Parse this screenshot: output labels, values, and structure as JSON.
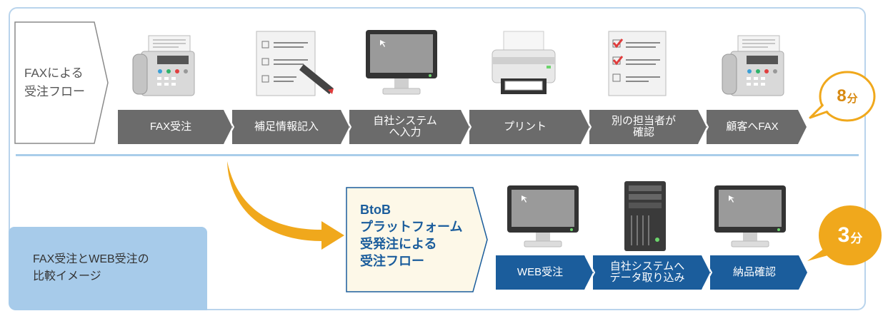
{
  "fax_flow": {
    "label": "FAXによる\n受注フロー",
    "steps": [
      "FAX受注",
      "補足情報記入",
      "自社システム\nへ入力",
      "プリント",
      "別の担当者が\n確認",
      "顧客へFAX"
    ],
    "time": {
      "value": "8",
      "unit": "分"
    }
  },
  "web_flow": {
    "label": "BtoB\nプラットフォーム\n受発注による\n受注フロー",
    "steps": [
      "WEB受注",
      "自社システムへ\nデータ取り込み",
      "納品確認"
    ],
    "time": {
      "value": "3",
      "unit": "分"
    }
  },
  "comparison_label": "FAX受注とWEB受注の\n比較イメージ",
  "colors": {
    "gray_step": "#6b6b6b",
    "blue_step": "#1b5d9c",
    "accent_orange": "#f0a81c",
    "light_blue": "#a7cbea"
  },
  "icons": [
    "fax-machine-icon",
    "form-pen-icon",
    "monitor-icon",
    "printer-icon",
    "checklist-icon",
    "fax-machine-icon",
    "monitor-icon",
    "server-tower-icon",
    "monitor-icon"
  ]
}
